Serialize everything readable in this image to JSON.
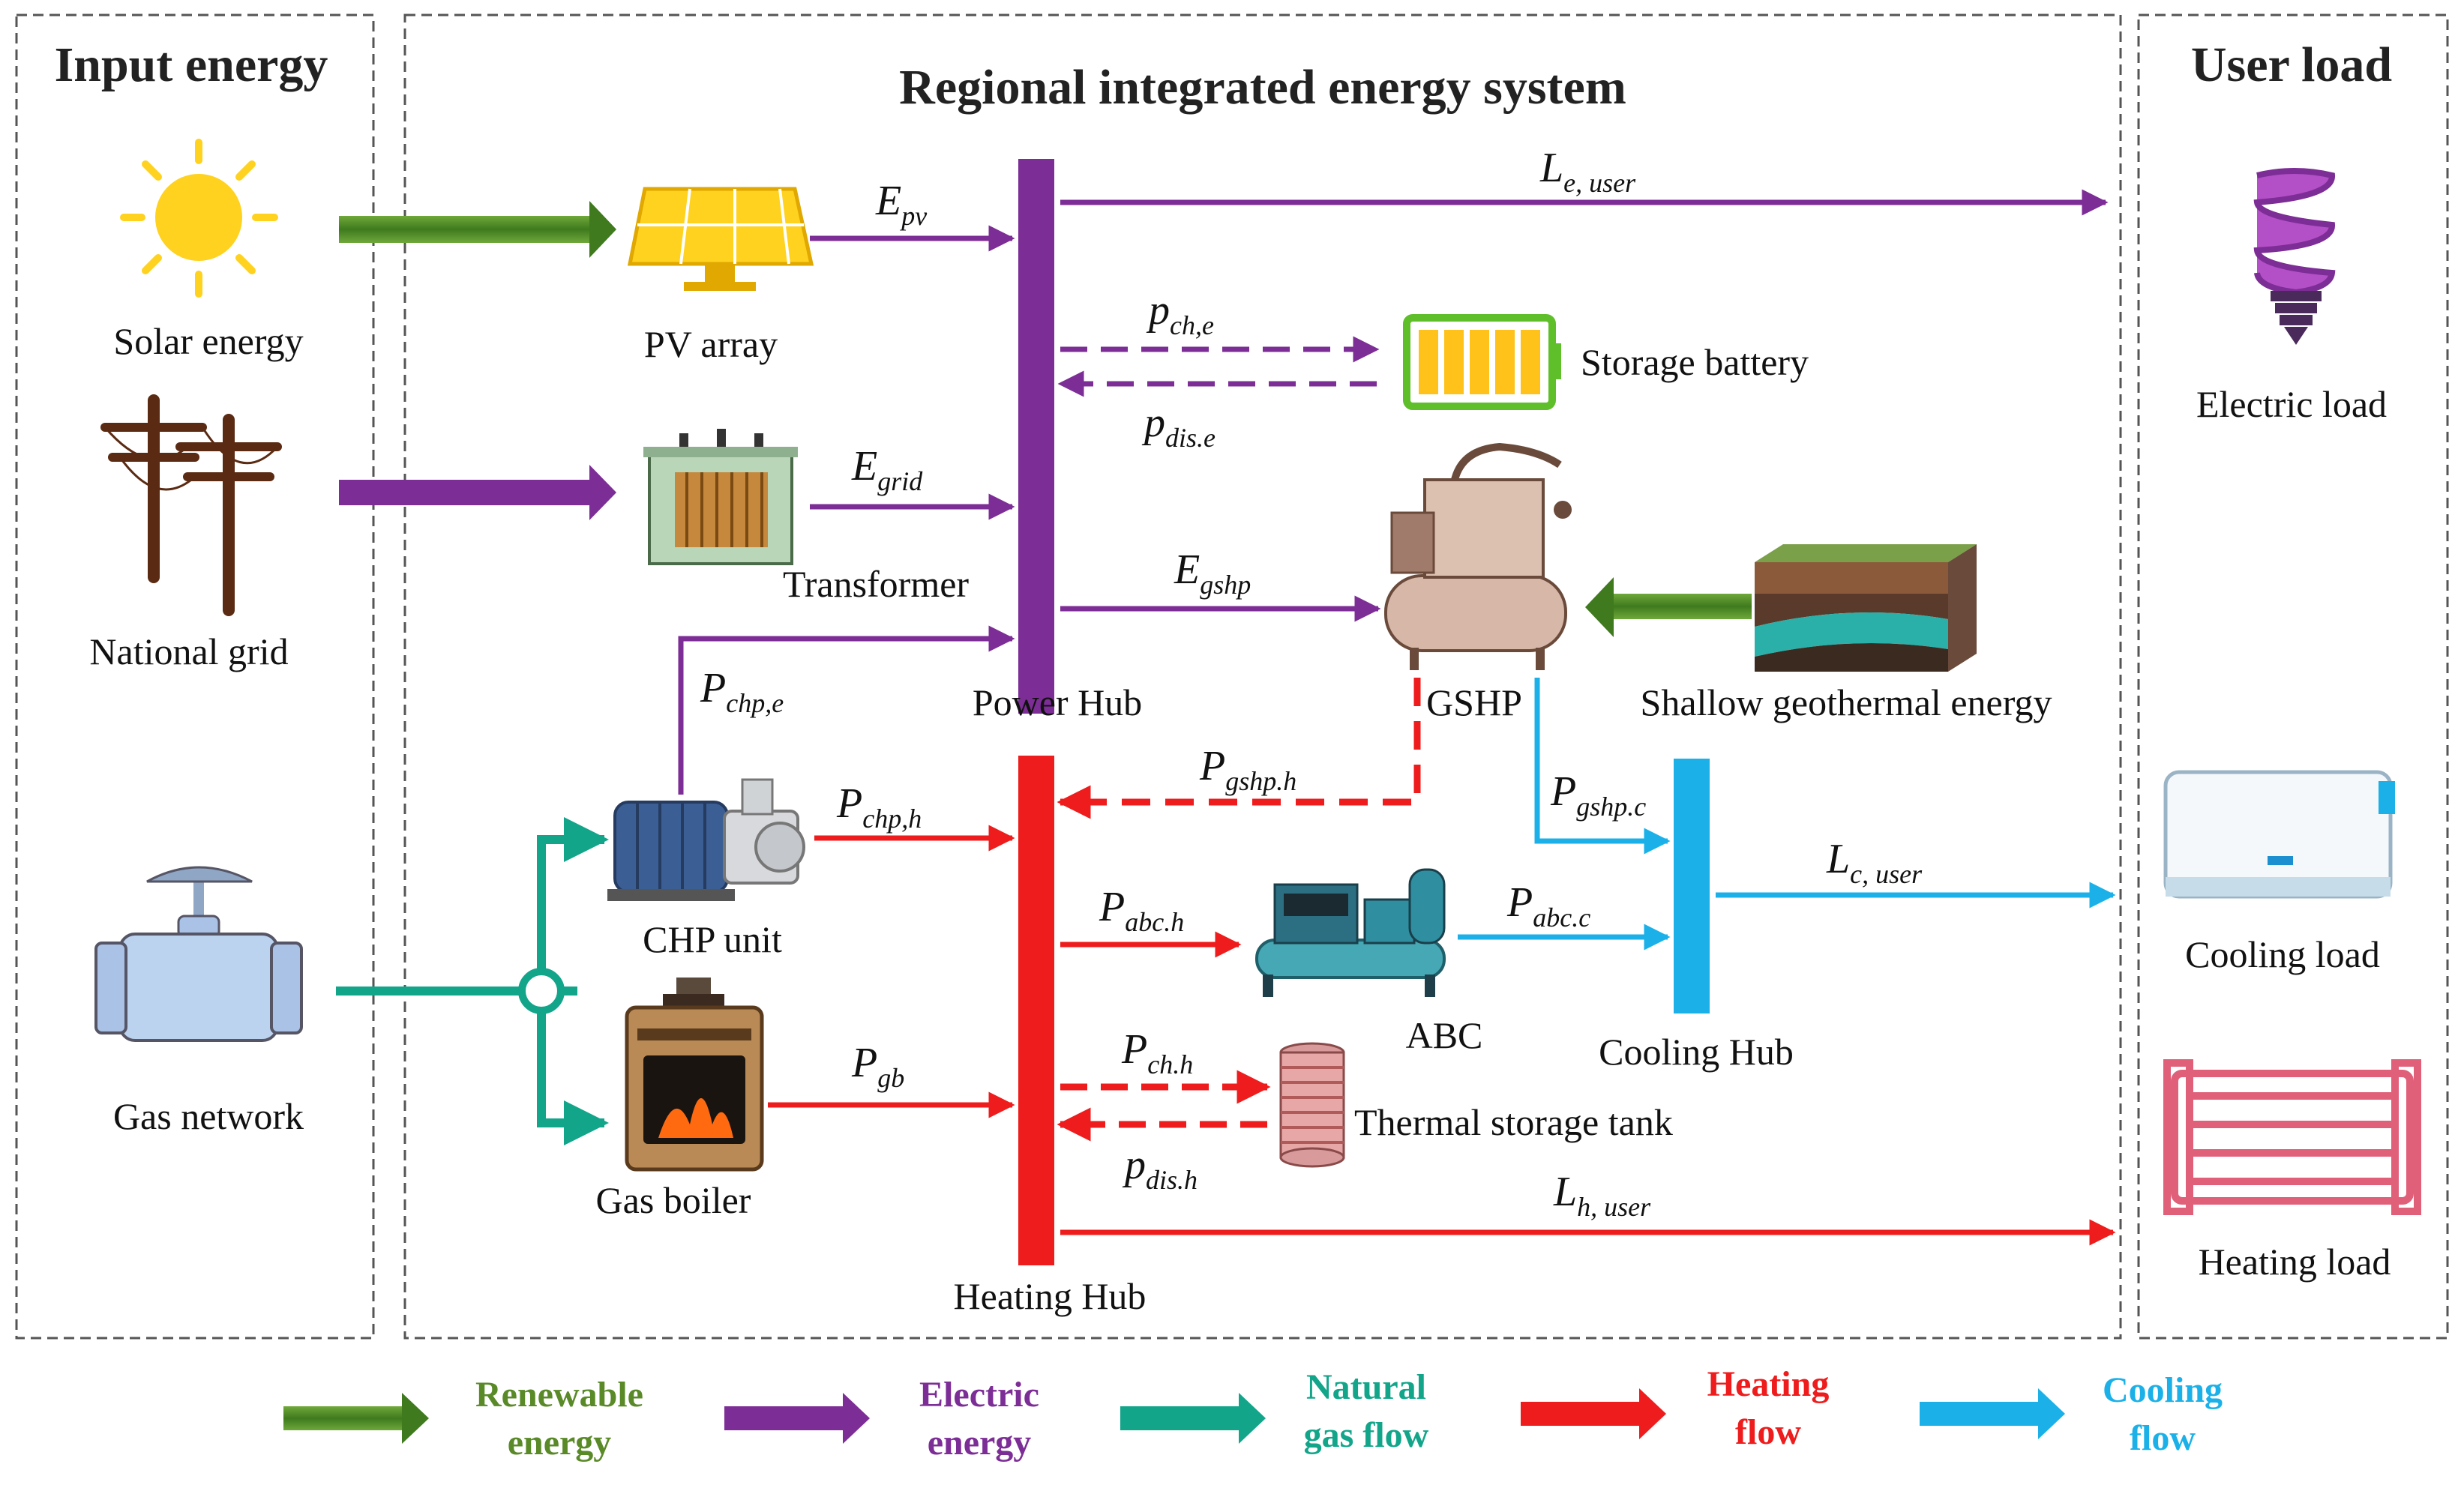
{
  "sections": {
    "input": "Input energy",
    "system": "Regional integrated energy system",
    "user": "User load"
  },
  "components": {
    "solar": "Solar energy",
    "national_grid": "National grid",
    "gas_network": "Gas network",
    "pv_array": "PV array",
    "transformer": "Transformer",
    "chp_unit": "CHP unit",
    "gas_boiler": "Gas boiler",
    "power_hub": "Power Hub",
    "heating_hub": "Heating  Hub",
    "cooling_hub": "Cooling Hub",
    "storage_battery": "Storage battery",
    "gshp": "GSHP",
    "shallow_geo": "Shallow  geothermal  energy",
    "abc": "ABC",
    "thermal_tank": "Thermal  storage tank",
    "electric_load": "Electric load",
    "cooling_load": "Cooling load",
    "heating_load": "Heating  load"
  },
  "flow_vars": {
    "e_pv": {
      "main": "E",
      "sub": "pv"
    },
    "e_grid": {
      "main": "E",
      "sub": "grid"
    },
    "e_gshp": {
      "main": "E",
      "sub": "gshp"
    },
    "p_chp_e": {
      "main": "P",
      "sub": "chp,e"
    },
    "p_chp_h": {
      "main": "P",
      "sub": "chp,h"
    },
    "p_gb": {
      "main": "P",
      "sub": "gb"
    },
    "l_e_user": {
      "main": "L",
      "sub": "e, user"
    },
    "p_ch_e": {
      "main": "p",
      "sub": "ch,e"
    },
    "p_dis_e": {
      "main": "p",
      "sub": "dis.e"
    },
    "p_gshp_h": {
      "main": "P",
      "sub": "gshp.h"
    },
    "p_gshp_c": {
      "main": "P",
      "sub": "gshp.c"
    },
    "p_abc_h": {
      "main": "P",
      "sub": "abc.h"
    },
    "p_abc_c": {
      "main": "P",
      "sub": "abc.c"
    },
    "l_c_user": {
      "main": "L",
      "sub": "c, user"
    },
    "p_ch_h": {
      "main": "P",
      "sub": "ch.h"
    },
    "p_dis_h": {
      "main": "p",
      "sub": "dis.h"
    },
    "l_h_user": {
      "main": "L",
      "sub": "h, user"
    }
  },
  "legend": [
    {
      "line1": "Renewable",
      "line2": "energy",
      "color": "#5a8a28"
    },
    {
      "line1": "Electric",
      "line2": "energy",
      "color": "#7d2d96"
    },
    {
      "line1": "Natural",
      "line2": "gas flow",
      "color": "#12a58a"
    },
    {
      "line1": "Heating",
      "line2": "flow",
      "color": "#ee1c1c"
    },
    {
      "line1": "Cooling",
      "line2": "flow",
      "color": "#1bb1e8"
    }
  ],
  "colors": {
    "renewable": "#5a8a28",
    "electric": "#7d2d96",
    "gas": "#12a58a",
    "heat": "#ee1c1c",
    "cool": "#1bb1e8"
  }
}
